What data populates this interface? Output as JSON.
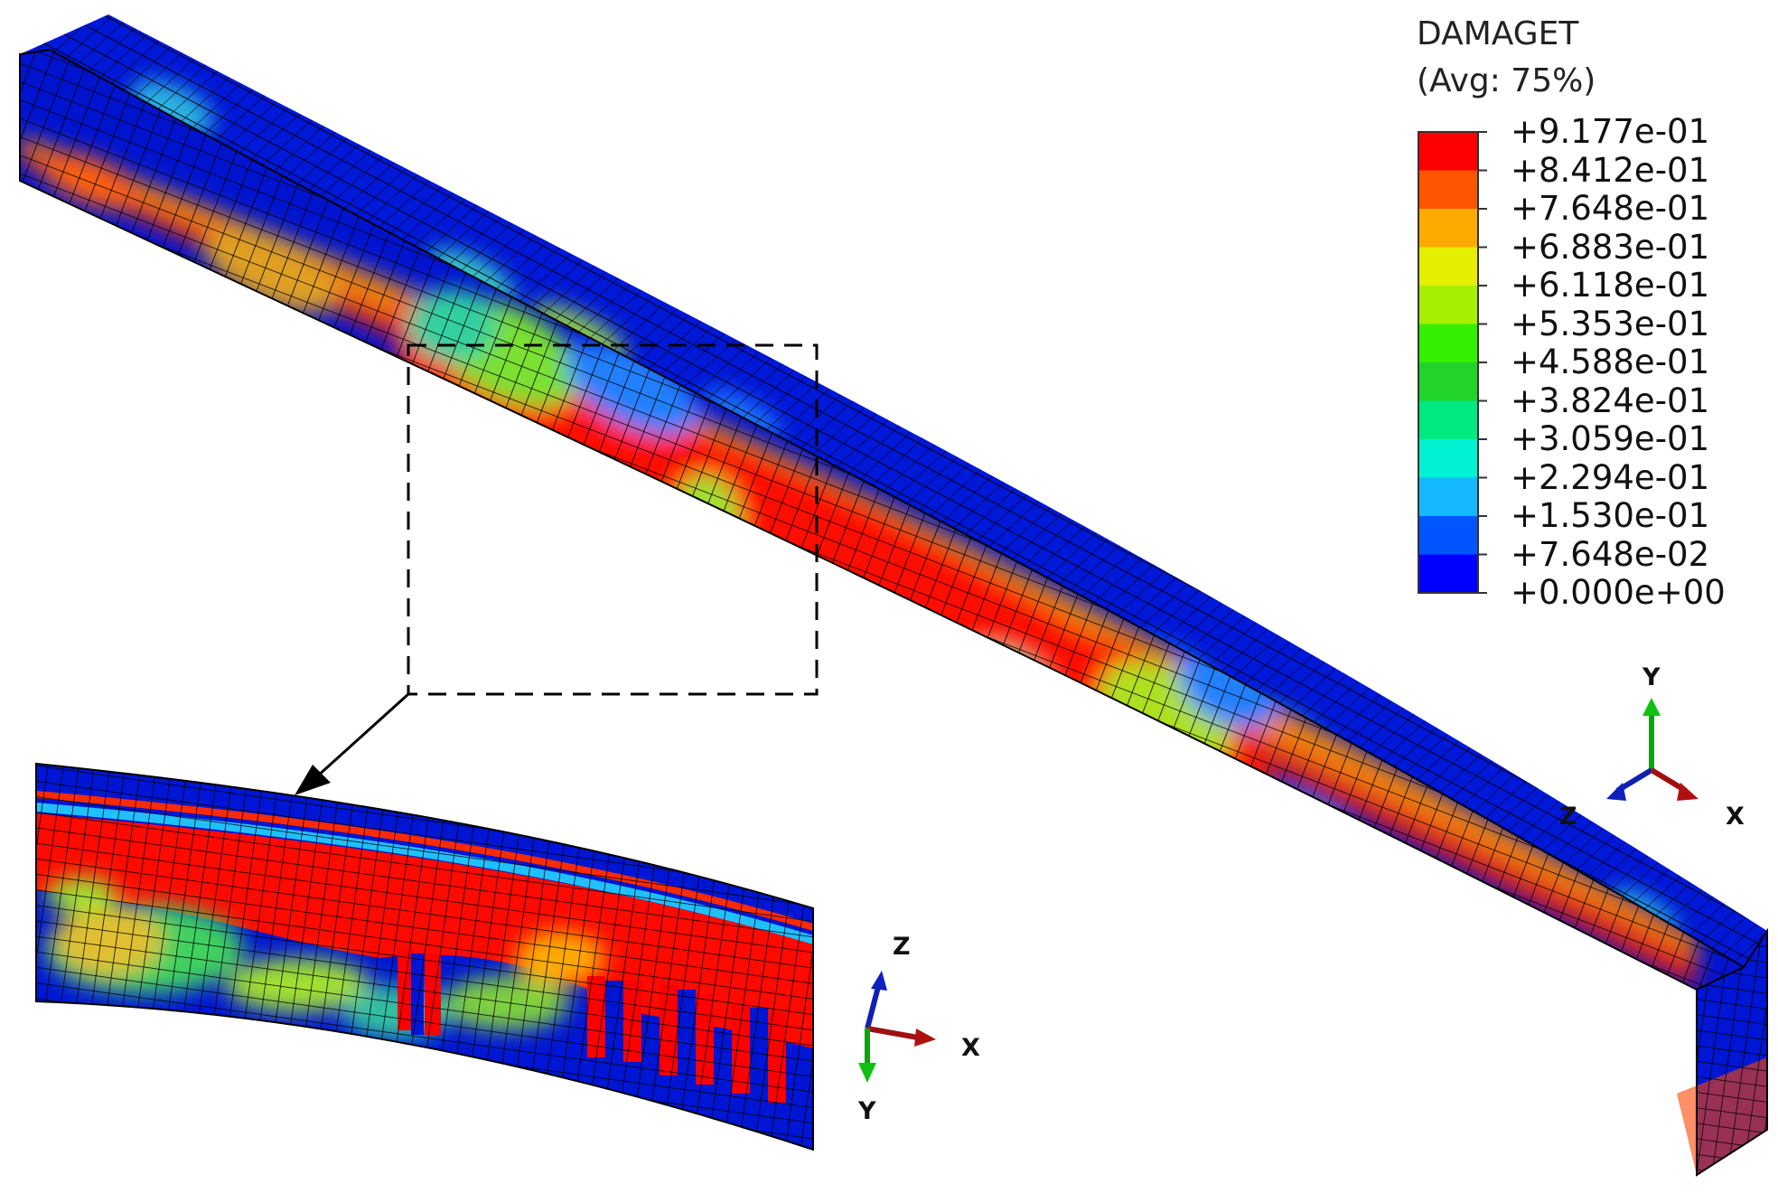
{
  "legend": {
    "title": "DAMAGET",
    "subtitle": "(Avg: 75%)",
    "labels": [
      "+9.177e-01",
      "+8.412e-01",
      "+7.648e-01",
      "+6.883e-01",
      "+6.118e-01",
      "+5.353e-01",
      "+4.588e-01",
      "+3.824e-01",
      "+3.059e-01",
      "+2.294e-01",
      "+1.530e-01",
      "+7.648e-02",
      "+0.000e+00"
    ],
    "colors": [
      "#ff0000",
      "#ff5500",
      "#ffaa00",
      "#e6ee00",
      "#a5f000",
      "#33f000",
      "#22d42a",
      "#00e880",
      "#00f2d2",
      "#13b8ff",
      "#0055ff",
      "#0000ff"
    ]
  },
  "triad_main": {
    "up": "Y",
    "left": "Z",
    "right": "X"
  },
  "triad_inset": {
    "up": "Z",
    "right": "X",
    "down": "Y"
  }
}
